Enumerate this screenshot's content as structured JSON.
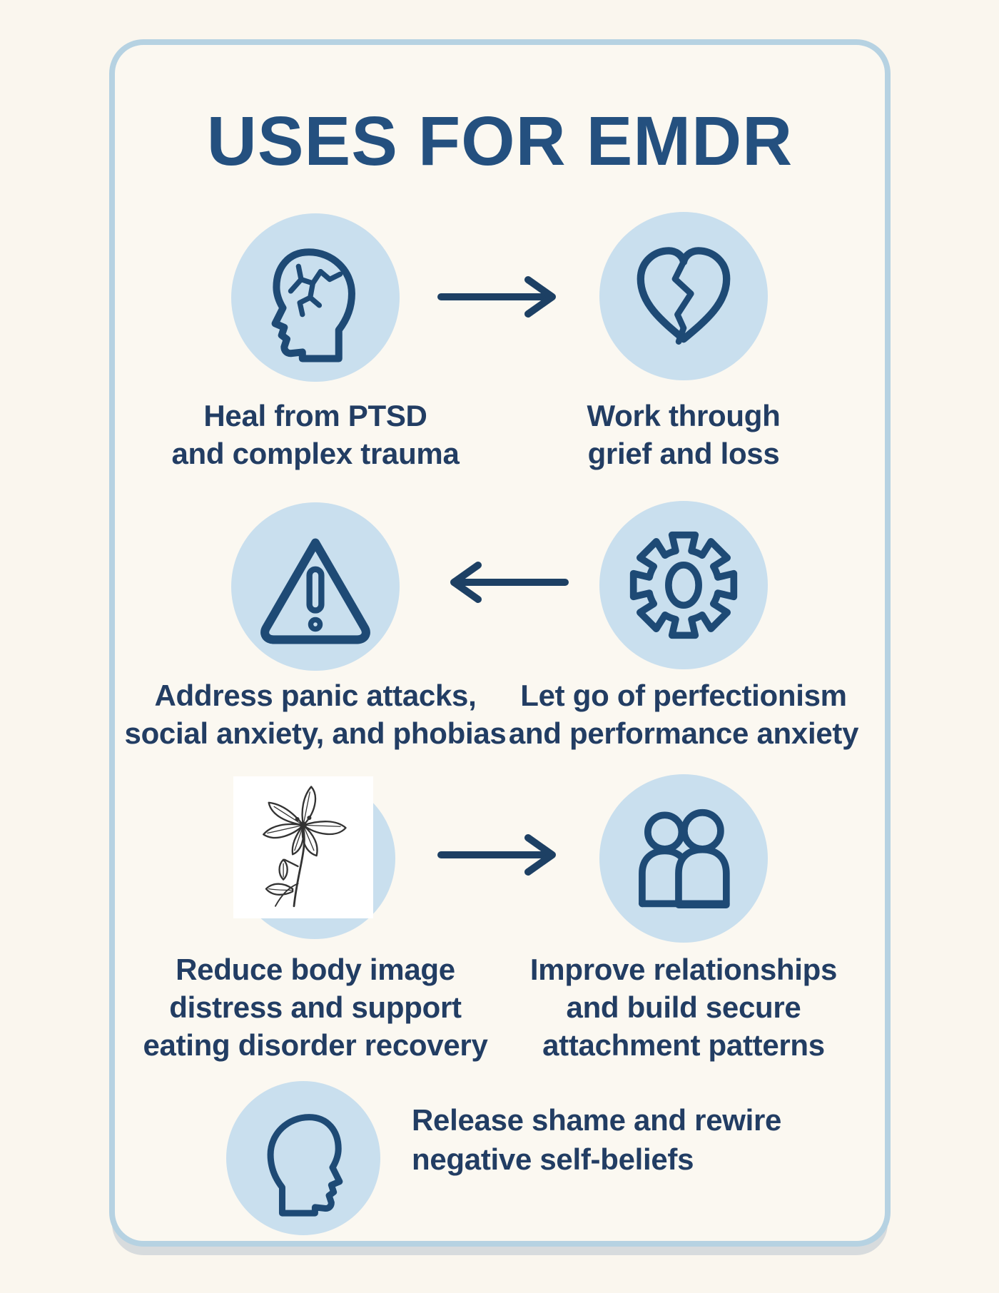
{
  "title": "USES FOR EMDR",
  "colors": {
    "page_bg": "#faf6ee",
    "card_bg": "#fbf8f1",
    "card_border": "#b6d2e2",
    "circle_fill": "#c9dfee",
    "icon_stroke": "#1e4a75",
    "title_color": "#24507f",
    "text_color": "#223d63",
    "arrow_color": "#1d4064",
    "flower_box_bg": "#ffffff",
    "flower_ink": "#333333"
  },
  "items": [
    {
      "id": "ptsd",
      "icon": "head-crack-icon",
      "lines": [
        "Heal from PTSD",
        "and complex trauma"
      ]
    },
    {
      "id": "grief",
      "icon": "broken-heart-icon",
      "lines": [
        "Work through",
        "grief and loss"
      ]
    },
    {
      "id": "panic",
      "icon": "warning-triangle-icon",
      "lines": [
        "Address panic attacks,",
        "social anxiety, and phobias"
      ]
    },
    {
      "id": "perfectionism",
      "icon": "gear-icon",
      "lines": [
        "Let go of perfectionism",
        "and performance anxiety"
      ]
    },
    {
      "id": "body-image",
      "icon": "flower-sketch-illustration",
      "lines": [
        "Reduce body image",
        "distress and support",
        "eating disorder recovery"
      ]
    },
    {
      "id": "relationships",
      "icon": "two-people-icon",
      "lines": [
        "Improve relationships",
        "and build secure",
        "attachment patterns"
      ]
    },
    {
      "id": "shame",
      "icon": "head-profile-icon",
      "lines": [
        "Release shame and rewire",
        "negative self-beliefs"
      ]
    }
  ],
  "arrows": [
    {
      "between": "row-1",
      "direction": "right"
    },
    {
      "between": "row-2",
      "direction": "left"
    },
    {
      "between": "row-3",
      "direction": "right"
    }
  ]
}
